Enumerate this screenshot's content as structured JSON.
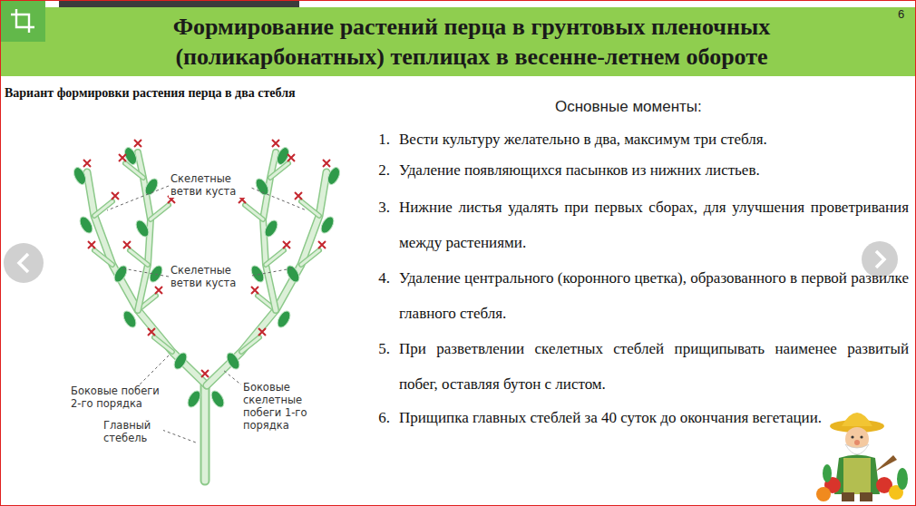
{
  "diagram": {
    "title": "Формирование растений перца в грунтовых пленочных (поликарбонатных) теплицах в весенне-летнем обороте",
    "labels": [
      "6",
      "Вариант формировки растения перца в два стебля",
      "Скелетные ветви куста",
      "Скелетные ветви куста",
      "Боковые побеги 2-го порядка",
      "Боковые скелетные побеги 1-го порядка",
      "Главный стебель",
      "Основные моменты:",
      "1.",
      "Вести культуру желательно в два, максимум три стебля.",
      "2.",
      "Удаление появляющихся пасынков из нижних листьев.",
      "3.",
      "Нижние листья удалять при первых сборах, для улучшения проветривания между растениями.",
      "4.",
      "Удаление центрального (коронного цветка), образованного в первой развилке главного стебля.",
      "5.",
      "При разветвлении скелетных стеблей прищипывать наименее развитый побег, оставляя бутон с листом.",
      "6.",
      "Прищипка главных стеблей за 40 суток до окончания вегетации."
    ]
  }
}
